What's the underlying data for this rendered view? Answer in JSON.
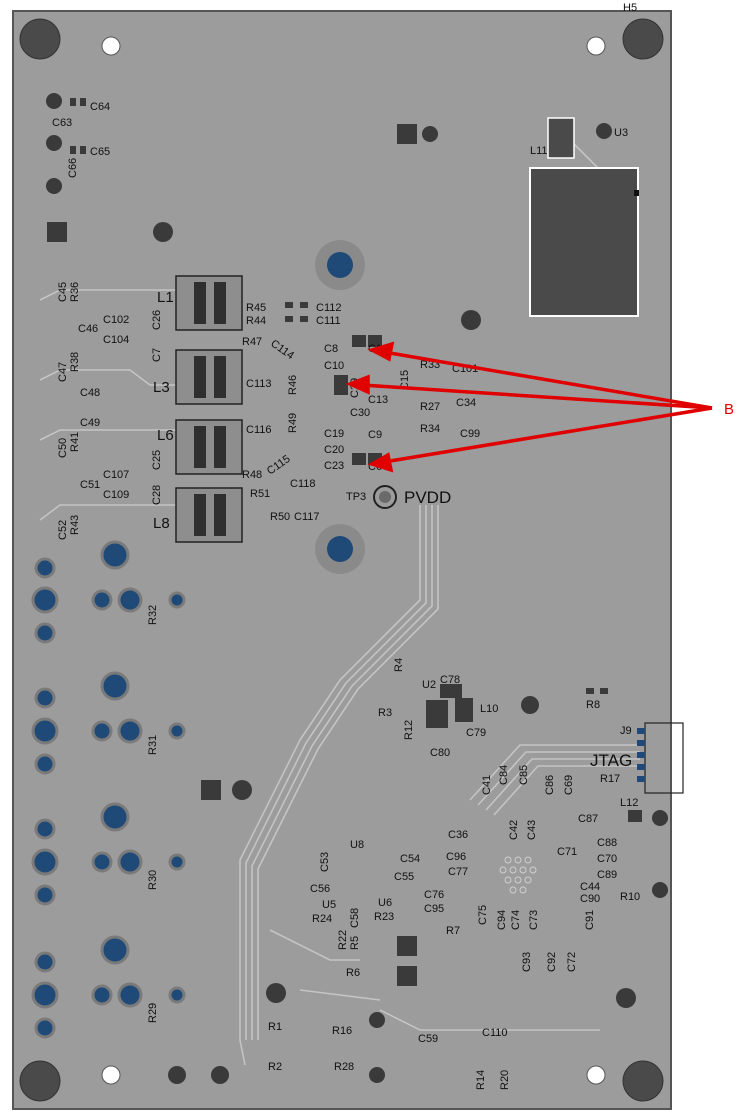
{
  "colors": {
    "board": "#9c9c9c",
    "board_edge": "#555555",
    "trace": "#b8b8b8",
    "pad_dark": "#2f2f2f",
    "pad_mid": "#4a4a4a",
    "via_blue": "#1f4a78",
    "arrow": "#e00000"
  },
  "header_label": "H5",
  "callout_label": "B",
  "big_labels": {
    "pvdd": "PVDD",
    "tp3": "TP3",
    "jtag": "JTAG"
  },
  "inductors": [
    {
      "ref": "L1"
    },
    {
      "ref": "L3"
    },
    {
      "ref": "L6"
    },
    {
      "ref": "L8"
    }
  ],
  "components": [
    {
      "ref": "C64"
    },
    {
      "ref": "C63"
    },
    {
      "ref": "C65"
    },
    {
      "ref": "C66"
    },
    {
      "ref": "L11"
    },
    {
      "ref": "U3"
    },
    {
      "ref": "C45"
    },
    {
      "ref": "R36"
    },
    {
      "ref": "C102"
    },
    {
      "ref": "C46"
    },
    {
      "ref": "C104"
    },
    {
      "ref": "C47"
    },
    {
      "ref": "R38"
    },
    {
      "ref": "C48"
    },
    {
      "ref": "C49"
    },
    {
      "ref": "C50"
    },
    {
      "ref": "R41"
    },
    {
      "ref": "C107"
    },
    {
      "ref": "C51"
    },
    {
      "ref": "C109"
    },
    {
      "ref": "C52"
    },
    {
      "ref": "R43"
    },
    {
      "ref": "C26"
    },
    {
      "ref": "C7"
    },
    {
      "ref": "C25"
    },
    {
      "ref": "C28"
    },
    {
      "ref": "R45"
    },
    {
      "ref": "C112"
    },
    {
      "ref": "R44"
    },
    {
      "ref": "C111"
    },
    {
      "ref": "R47"
    },
    {
      "ref": "C114"
    },
    {
      "ref": "C8"
    },
    {
      "ref": "C10"
    },
    {
      "ref": "C113"
    },
    {
      "ref": "R46"
    },
    {
      "ref": "C116"
    },
    {
      "ref": "R49"
    },
    {
      "ref": "C19"
    },
    {
      "ref": "C20"
    },
    {
      "ref": "C23"
    },
    {
      "ref": "R48"
    },
    {
      "ref": "C115"
    },
    {
      "ref": "R51"
    },
    {
      "ref": "C118"
    },
    {
      "ref": "R50"
    },
    {
      "ref": "C117"
    },
    {
      "ref": "C18"
    },
    {
      "ref": "C29"
    },
    {
      "ref": "C13"
    },
    {
      "ref": "C30"
    },
    {
      "ref": "C9"
    },
    {
      "ref": "C15"
    },
    {
      "ref": "R33"
    },
    {
      "ref": "C101"
    },
    {
      "ref": "R27"
    },
    {
      "ref": "C34"
    },
    {
      "ref": "R34"
    },
    {
      "ref": "C99"
    },
    {
      "ref": "C6"
    },
    {
      "ref": "R32"
    },
    {
      "ref": "R31"
    },
    {
      "ref": "R30"
    },
    {
      "ref": "R29"
    },
    {
      "ref": "R4"
    },
    {
      "ref": "C78"
    },
    {
      "ref": "U2"
    },
    {
      "ref": "R3"
    },
    {
      "ref": "R12"
    },
    {
      "ref": "L10"
    },
    {
      "ref": "C79"
    },
    {
      "ref": "C80"
    },
    {
      "ref": "R8"
    },
    {
      "ref": "J9"
    },
    {
      "ref": "R17"
    },
    {
      "ref": "C41"
    },
    {
      "ref": "C84"
    },
    {
      "ref": "C85"
    },
    {
      "ref": "C86"
    },
    {
      "ref": "C69"
    },
    {
      "ref": "C42"
    },
    {
      "ref": "C43"
    },
    {
      "ref": "L12"
    },
    {
      "ref": "C87"
    },
    {
      "ref": "C88"
    },
    {
      "ref": "C71"
    },
    {
      "ref": "C70"
    },
    {
      "ref": "C89"
    },
    {
      "ref": "C44"
    },
    {
      "ref": "C90"
    },
    {
      "ref": "R10"
    },
    {
      "ref": "C91"
    },
    {
      "ref": "U8"
    },
    {
      "ref": "C53"
    },
    {
      "ref": "C54"
    },
    {
      "ref": "C55"
    },
    {
      "ref": "C56"
    },
    {
      "ref": "U5"
    },
    {
      "ref": "U6"
    },
    {
      "ref": "R24"
    },
    {
      "ref": "R23"
    },
    {
      "ref": "R22"
    },
    {
      "ref": "C58"
    },
    {
      "ref": "R5"
    },
    {
      "ref": "R6"
    },
    {
      "ref": "C36"
    },
    {
      "ref": "C96"
    },
    {
      "ref": "C77"
    },
    {
      "ref": "C76"
    },
    {
      "ref": "C95"
    },
    {
      "ref": "R7"
    },
    {
      "ref": "C75"
    },
    {
      "ref": "C94"
    },
    {
      "ref": "C74"
    },
    {
      "ref": "C73"
    },
    {
      "ref": "C93"
    },
    {
      "ref": "C92"
    },
    {
      "ref": "C72"
    },
    {
      "ref": "R1"
    },
    {
      "ref": "R16"
    },
    {
      "ref": "C59"
    },
    {
      "ref": "C110"
    },
    {
      "ref": "R2"
    },
    {
      "ref": "R28"
    },
    {
      "ref": "R14"
    },
    {
      "ref": "R20"
    }
  ]
}
